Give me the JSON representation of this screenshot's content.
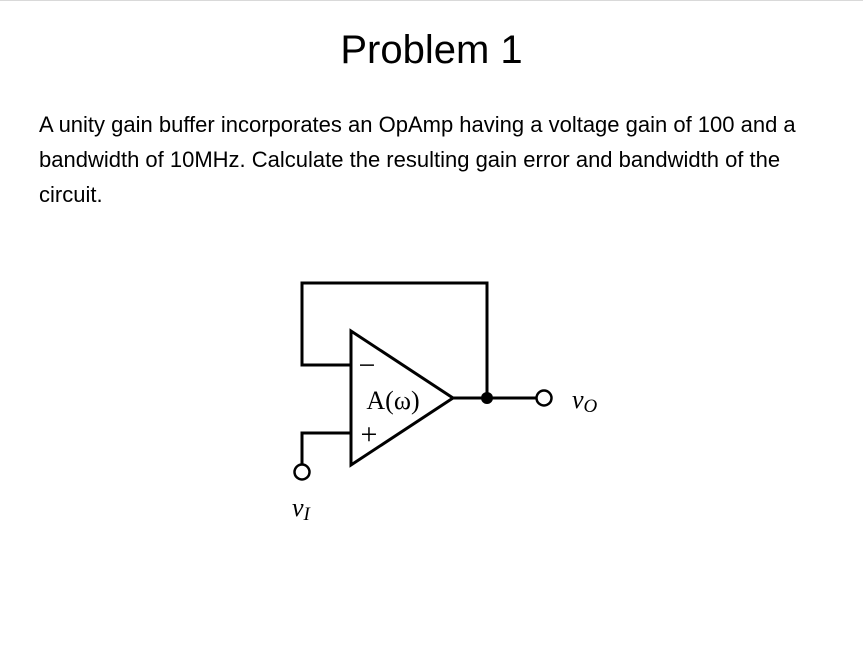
{
  "problem": {
    "title": "Problem 1",
    "text": "A unity gain buffer incorporates an OpAmp having a voltage gain of 100 and a bandwidth of 10MHz. Calculate the resulting gain error and bandwidth of the circuit."
  },
  "circuit": {
    "opamp_label": "A(ω)",
    "inverting_sign": "−",
    "noninverting_sign": "+",
    "output_label": {
      "base": "v",
      "sub": "O"
    },
    "input_label": {
      "base": "v",
      "sub": "I"
    }
  },
  "colors": {
    "ink": "#000000",
    "background": "#ffffff"
  }
}
